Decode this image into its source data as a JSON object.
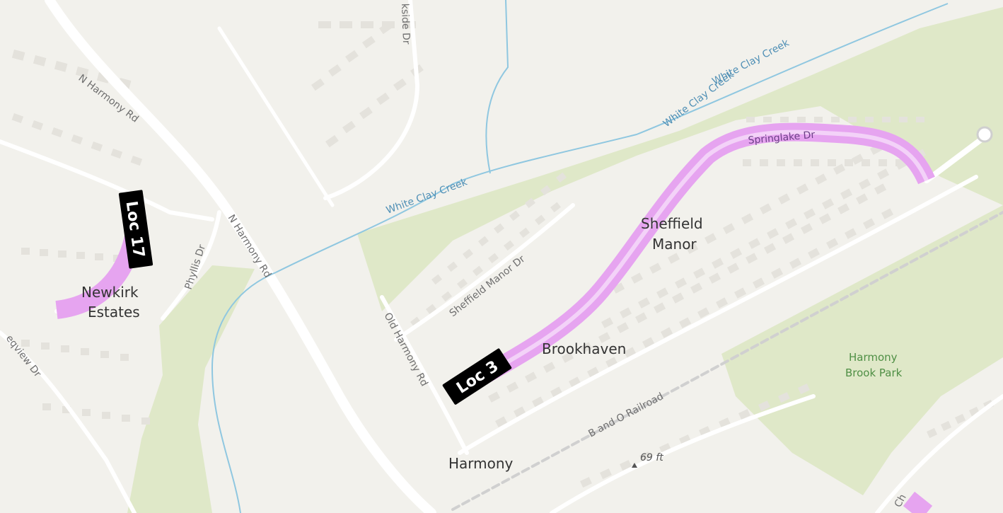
{
  "map": {
    "colors": {
      "background": "#f2f1ec",
      "park": "#dfe8c8",
      "water": "#8fc7e0",
      "road": "#ffffff",
      "building": "#e4e2dc",
      "highlight": "#e6a4f0",
      "highlight_core": "#f3d2f8",
      "loc_label_bg": "#000000"
    },
    "road_labels": {
      "n_harmony_rd_upper": "N Harmony Rd",
      "n_harmony_rd_lower": "N Harmony Rd",
      "phyllis_dr": "Phyllis Dr",
      "sheffield_manor_dr": "Sheffield Manor Dr",
      "old_harmony_rd": "Old Harmony Rd",
      "springlake_dr": "Springlake Dr",
      "lakeside_dr": "kside Dr",
      "ridgeview_dr": "eqview Dr",
      "b_and_o_railroad": "B and O Railroad",
      "cut_label": "Ch"
    },
    "water_labels": {
      "white_clay_creek_1": "White Clay Creek",
      "white_clay_creek_2": "White Clay Creek",
      "white_clay_creek_3": "White Clay Creek"
    },
    "places": {
      "sheffield_manor_line1": "Sheffield",
      "sheffield_manor_line2": "Manor",
      "newkirk_line1": "Newkirk",
      "newkirk_line2": "Estates",
      "brookhaven": "Brookhaven",
      "harmony": "Harmony"
    },
    "parks": {
      "harmony_brook_line1": "Harmony",
      "harmony_brook_line2": "Brook Park"
    },
    "elevation": "69 ft",
    "locations": [
      {
        "id": "loc3",
        "label": "Loc 3"
      },
      {
        "id": "loc17",
        "label": "Loc 17"
      }
    ]
  }
}
